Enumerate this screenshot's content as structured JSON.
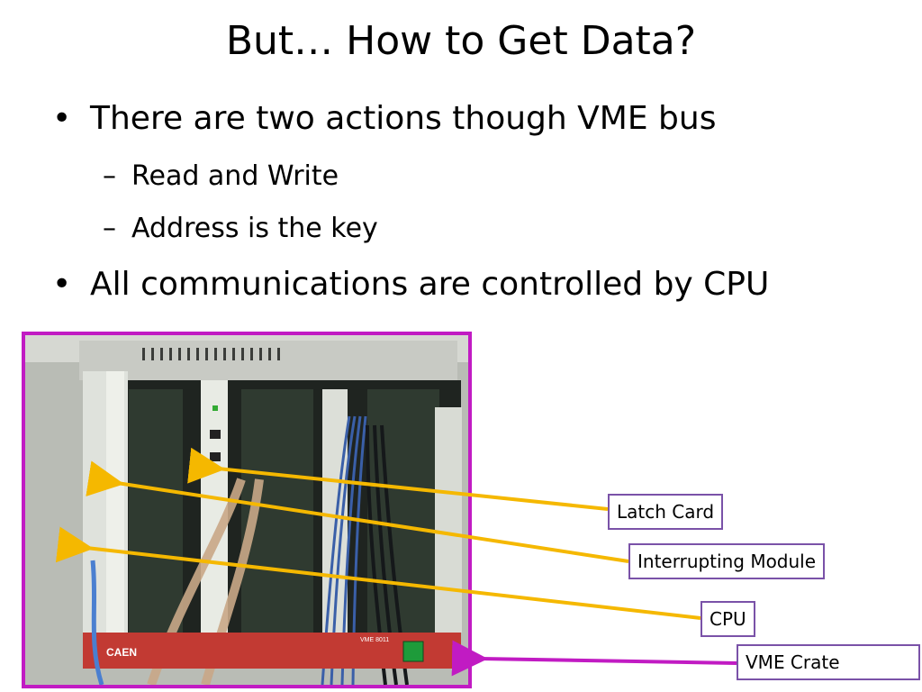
{
  "slide": {
    "title": "But… How to Get Data?",
    "bullets": [
      {
        "text": "There are two actions though VME bus",
        "subs": [
          "Read and Write",
          "Address is the key"
        ]
      },
      {
        "text": "All communications are controlled by CPU"
      }
    ],
    "bullet_symbol": "•",
    "sub_bullet_symbol": "–"
  },
  "photo": {
    "crate_label": "CAEN",
    "model_label": "VME 8011"
  },
  "callouts": {
    "latch_card": "Latch Card",
    "interrupting_module": "Interrupting Module",
    "cpu": "CPU",
    "vme_crate": "VME Crate"
  },
  "colors": {
    "arrow": "#f5b800",
    "crate_arrow": "#c11bc3",
    "photo_border": "#c11bc3",
    "label_border": "#7a52a8"
  }
}
